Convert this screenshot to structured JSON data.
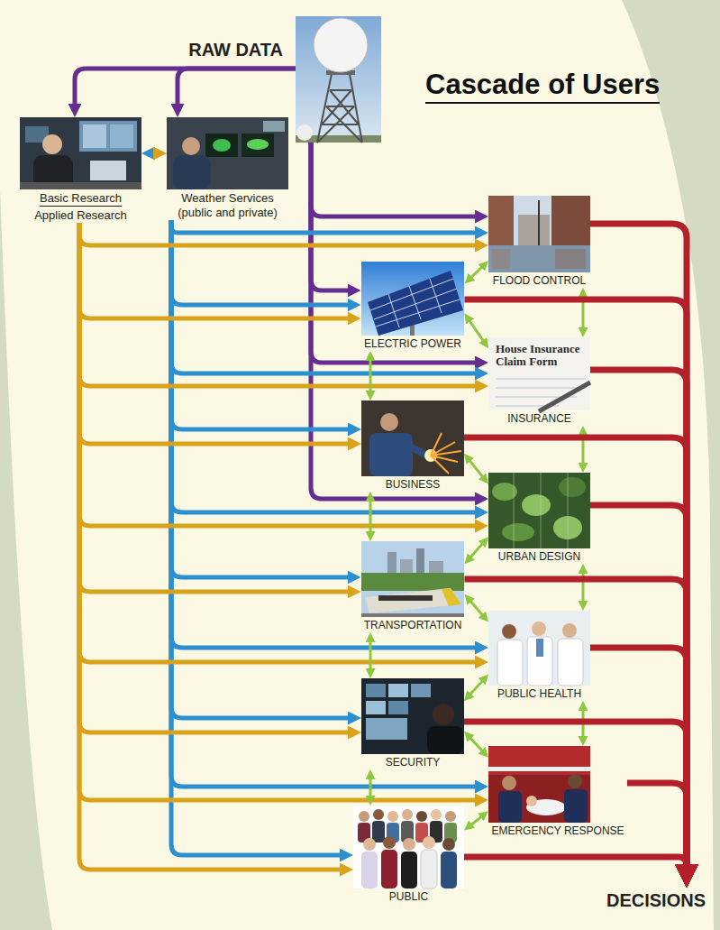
{
  "diagram": {
    "title": "Cascade of Users",
    "nodes": [
      {
        "text": [
          "RAW DATA"
        ]
      },
      {
        "text": [
          "Basic Research",
          "Applied Research"
        ]
      },
      {
        "text": [
          "Weather Services (public and private)"
        ]
      },
      {
        "text": [
          "FLOOD CONTROL"
        ]
      },
      {
        "text": [
          "ELECTRIC POWER"
        ]
      },
      {
        "text": [
          "INSURANCE"
        ]
      },
      {
        "text": [
          "BUSINESS"
        ]
      },
      {
        "text": [
          "URBAN DESIGN"
        ]
      },
      {
        "text": [
          "TRANSPORTATION"
        ]
      },
      {
        "text": [
          "PUBLIC HEALTH"
        ]
      },
      {
        "text": [
          "SECURITY"
        ]
      },
      {
        "text": [
          "EMERGENCY RESPONSE"
        ]
      },
      {
        "text": [
          "PUBLIC"
        ]
      },
      {
        "text": [
          "DECISIONS"
        ]
      }
    ],
    "edges": [
      {
        "from": 0,
        "to": 1,
        "arrow": "to"
      },
      {
        "from": 0,
        "to": 2,
        "arrow": "to"
      },
      {
        "from": 1,
        "to": 2,
        "arrow": "both"
      },
      {
        "from": 0,
        "to": 3,
        "arrow": "to"
      },
      {
        "from": 0,
        "to": 4,
        "arrow": "to"
      },
      {
        "from": 0,
        "to": 5,
        "arrow": "to"
      },
      {
        "from": 0,
        "to": 7,
        "arrow": "to"
      },
      {
        "from": 2,
        "to": 3,
        "arrow": "to"
      },
      {
        "from": 2,
        "to": 4,
        "arrow": "to"
      },
      {
        "from": 2,
        "to": 5,
        "arrow": "to"
      },
      {
        "from": 2,
        "to": 6,
        "arrow": "to"
      },
      {
        "from": 2,
        "to": 7,
        "arrow": "to"
      },
      {
        "from": 2,
        "to": 8,
        "arrow": "to"
      },
      {
        "from": 2,
        "to": 9,
        "arrow": "to"
      },
      {
        "from": 2,
        "to": 10,
        "arrow": "to"
      },
      {
        "from": 2,
        "to": 11,
        "arrow": "to"
      },
      {
        "from": 2,
        "to": 12,
        "arrow": "to"
      },
      {
        "from": 1,
        "to": 3,
        "arrow": "to"
      },
      {
        "from": 1,
        "to": 4,
        "arrow": "to"
      },
      {
        "from": 1,
        "to": 5,
        "arrow": "to"
      },
      {
        "from": 1,
        "to": 6,
        "arrow": "to"
      },
      {
        "from": 1,
        "to": 7,
        "arrow": "to"
      },
      {
        "from": 1,
        "to": 8,
        "arrow": "to"
      },
      {
        "from": 1,
        "to": 9,
        "arrow": "to"
      },
      {
        "from": 1,
        "to": 10,
        "arrow": "to"
      },
      {
        "from": 1,
        "to": 11,
        "arrow": "to"
      },
      {
        "from": 1,
        "to": 12,
        "arrow": "to"
      },
      {
        "from": 3,
        "to": 4,
        "arrow": "both"
      },
      {
        "from": 4,
        "to": 5,
        "arrow": "both"
      },
      {
        "from": 3,
        "to": 5,
        "arrow": "both"
      },
      {
        "from": 4,
        "to": 6,
        "arrow": "both"
      },
      {
        "from": 5,
        "to": 7,
        "arrow": "both"
      },
      {
        "from": 6,
        "to": 7,
        "arrow": "both"
      },
      {
        "from": 6,
        "to": 8,
        "arrow": "both"
      },
      {
        "from": 7,
        "to": 8,
        "arrow": "both"
      },
      {
        "from": 7,
        "to": 9,
        "arrow": "both"
      },
      {
        "from": 8,
        "to": 9,
        "arrow": "both"
      },
      {
        "from": 8,
        "to": 10,
        "arrow": "both"
      },
      {
        "from": 9,
        "to": 10,
        "arrow": "both"
      },
      {
        "from": 9,
        "to": 11,
        "arrow": "both"
      },
      {
        "from": 10,
        "to": 11,
        "arrow": "both"
      },
      {
        "from": 10,
        "to": 12,
        "arrow": "both"
      },
      {
        "from": 11,
        "to": 12,
        "arrow": "both"
      },
      {
        "from": 3,
        "to": 13,
        "arrow": "to"
      },
      {
        "from": 4,
        "to": 13,
        "arrow": "to"
      },
      {
        "from": 5,
        "to": 13,
        "arrow": "to"
      },
      {
        "from": 6,
        "to": 13,
        "arrow": "to"
      },
      {
        "from": 7,
        "to": 13,
        "arrow": "to"
      },
      {
        "from": 8,
        "to": 13,
        "arrow": "to"
      },
      {
        "from": 9,
        "to": 13,
        "arrow": "to"
      },
      {
        "from": 10,
        "to": 13,
        "arrow": "to"
      },
      {
        "from": 11,
        "to": 13,
        "arrow": "to"
      },
      {
        "from": 12,
        "to": 13,
        "arrow": "to"
      }
    ],
    "labels": [
      "House Insurance Claim Form"
    ]
  }
}
